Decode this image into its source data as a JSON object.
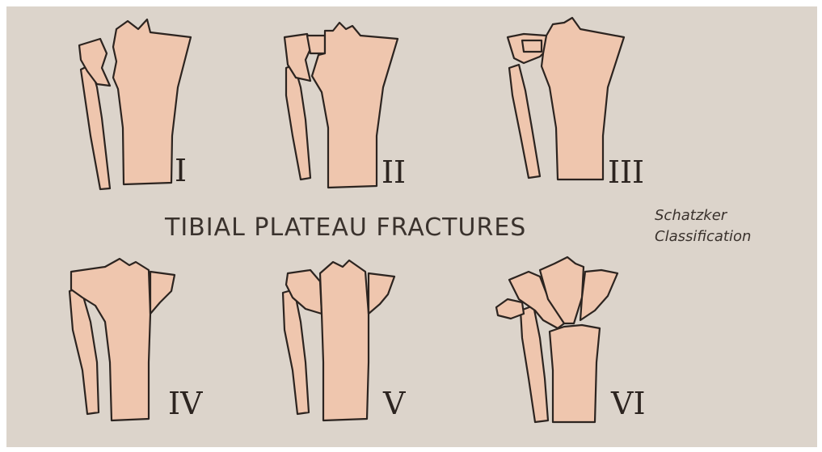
{
  "title": "TIBIAL PLATEAU FRACTURES",
  "subtitle_line1": "Schatzker",
  "subtitle_line2": "Classification",
  "types": [
    {
      "numeral": "I"
    },
    {
      "numeral": "II"
    },
    {
      "numeral": "III"
    },
    {
      "numeral": "IV"
    },
    {
      "numeral": "V"
    },
    {
      "numeral": "VI"
    }
  ],
  "colors": {
    "background": "#dcd4cb",
    "bone_fill": "#efc6ae",
    "outline": "#2c2420"
  }
}
